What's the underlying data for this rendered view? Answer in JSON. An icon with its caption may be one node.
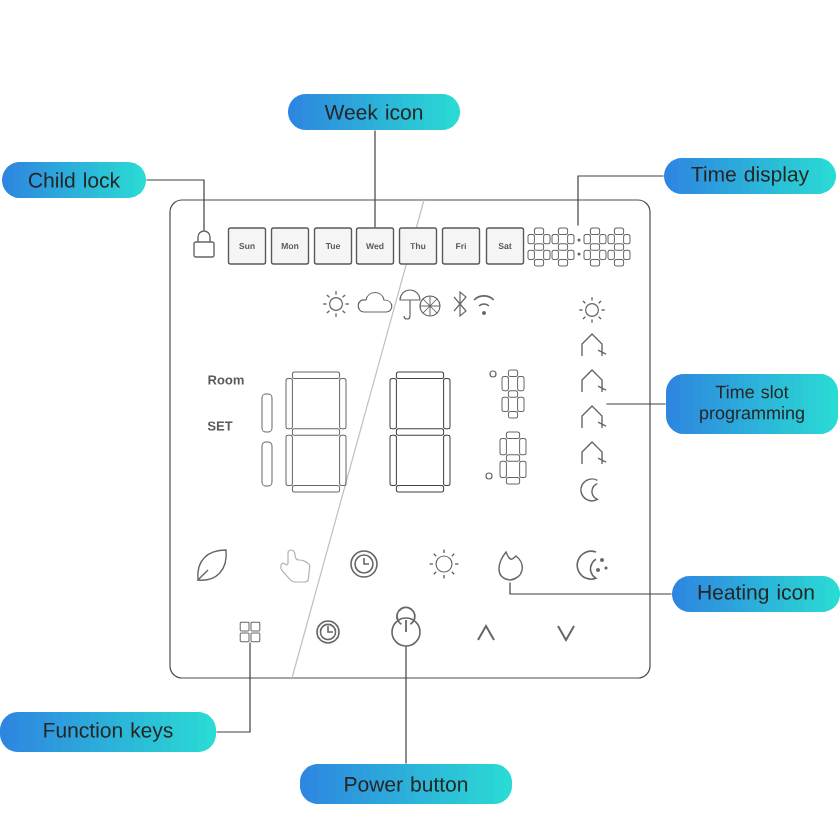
{
  "diagram": {
    "nodes": [
      {
        "text": [
          "Week icon"
        ]
      },
      {
        "text": [
          "Child lock"
        ]
      },
      {
        "text": [
          "Time display"
        ]
      },
      {
        "text": [],
        "shape": "padlock"
      },
      {
        "text": [
          "Sun"
        ]
      },
      {
        "text": [
          "Mon"
        ]
      },
      {
        "text": [
          "Tue"
        ]
      },
      {
        "text": [
          "Wed"
        ]
      },
      {
        "text": [
          "Thu"
        ]
      },
      {
        "text": [
          "Fri"
        ]
      },
      {
        "text": [
          "Sat"
        ]
      },
      {
        "text": [],
        "shape": "digits"
      },
      {
        "text": [
          "Time slot programming"
        ]
      },
      {
        "text": [],
        "shape": "column"
      },
      {
        "text": [],
        "shape": "flame"
      },
      {
        "text": [
          "Heating icon"
        ]
      },
      {
        "text": [],
        "shape": "grid"
      },
      {
        "text": [],
        "shape": "power"
      },
      {
        "text": [
          "Function keys"
        ]
      },
      {
        "text": [
          "Power button"
        ]
      }
    ],
    "edges": [
      {
        "from": 1,
        "to": 3,
        "arrow": "none"
      },
      {
        "from": 0,
        "to": 7,
        "arrow": "none"
      },
      {
        "from": 2,
        "to": 11,
        "arrow": "none"
      },
      {
        "from": 12,
        "to": 13,
        "arrow": "none"
      },
      {
        "from": 15,
        "to": 14,
        "arrow": "none"
      },
      {
        "from": 18,
        "to": 16,
        "arrow": "none"
      },
      {
        "from": 19,
        "to": 17,
        "arrow": "none"
      }
    ],
    "labels": [
      "Room",
      "SET"
    ]
  }
}
